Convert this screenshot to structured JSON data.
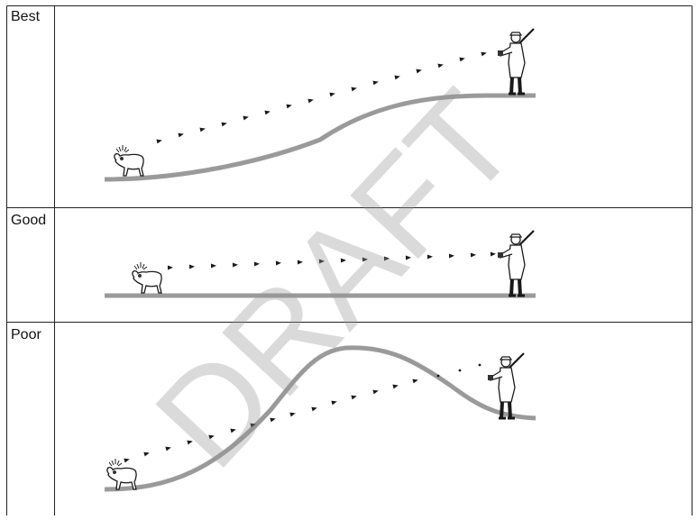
{
  "rows": [
    {
      "label": "Best"
    },
    {
      "label": "Good"
    },
    {
      "label": "Poor"
    }
  ],
  "watermark": "DRAFT",
  "colors": {
    "border": "#222222",
    "terrain": "#9a9a9a",
    "signal": "#1a1a1a",
    "watermark": "rgba(150,150,150,0.35)"
  }
}
